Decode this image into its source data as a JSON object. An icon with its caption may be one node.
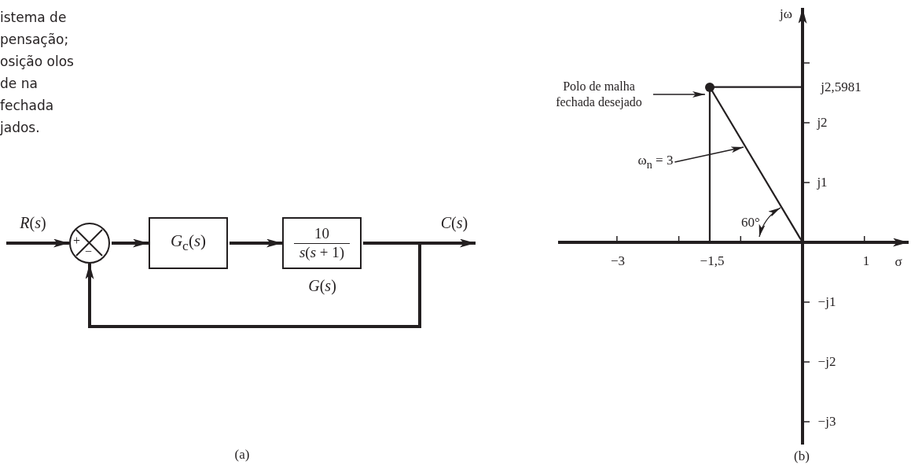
{
  "diagram": {
    "nodes": [
      {
        "text": [
          "+",
          "−"
        ]
      },
      {
        "text": [
          "*G*$_{c}$(*s*)"
        ]
      },
      {
        "text": [
          "10",
          "*s*(*s* + 1)"
        ],
        "beside": [
          "*G*(*s*)"
        ]
      },
      {
        "text": [
          "Polo de malha fechada desejado"
        ]
      },
      {
        "text": [],
        "shape": "circle"
      },
      {
        "text": [
          "ω$_{n}$ = 3"
        ]
      }
    ],
    "edges": [
      {
        "from": null,
        "to": 0,
        "arrow": "to",
        "label": "*R*(*s*)"
      },
      {
        "from": 0,
        "to": 1,
        "arrow": "to"
      },
      {
        "from": 1,
        "to": 2,
        "arrow": "to"
      },
      {
        "from": 2,
        "to": null,
        "arrow": "to",
        "label": "*C*(*s*)"
      },
      {
        "from": 2,
        "to": 0,
        "arrow": "to"
      },
      {
        "from": 3,
        "to": 4,
        "arrow": "to"
      },
      {
        "from": 5,
        "to": null,
        "arrow": "to"
      }
    ],
    "labels": [
      "istema de pensação; osição olos de na fechada jados.",
      "jω",
      "j2,5981",
      "j2",
      "j1",
      "60°",
      "−3",
      "−1,5",
      "1",
      "σ",
      "−j1",
      "−j2",
      "−j3",
      "(a)",
      "(b)"
    ]
  }
}
